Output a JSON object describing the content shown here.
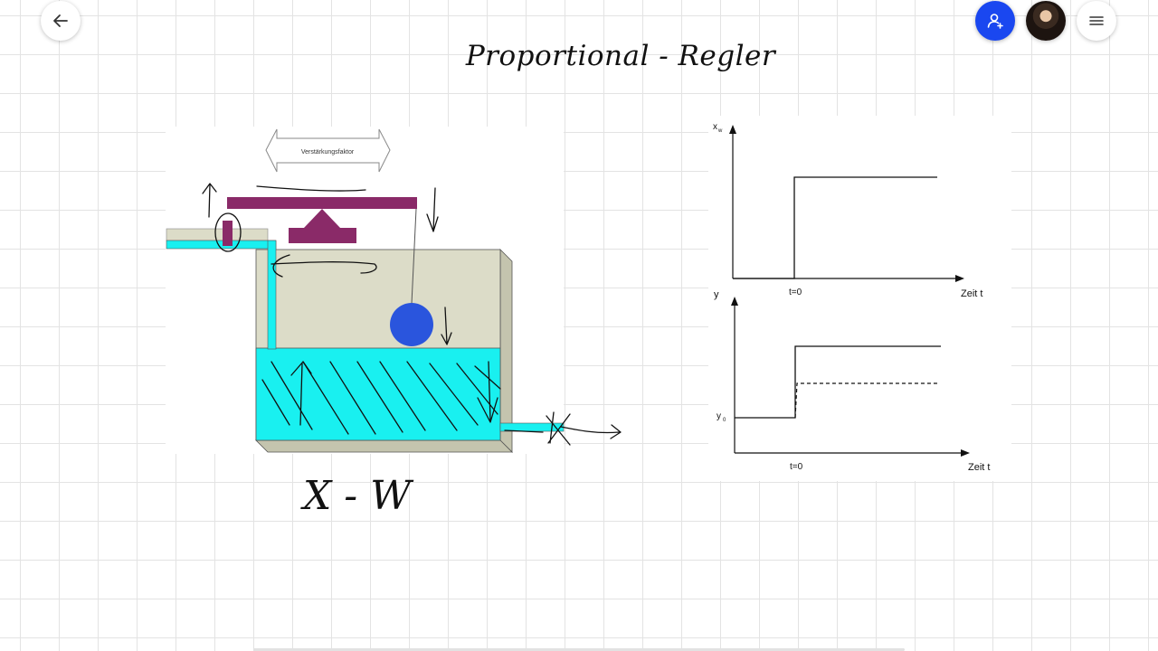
{
  "topbar": {
    "back_icon": "arrow-left-icon",
    "share_icon": "add-person-icon",
    "menu_icon": "hamburger-menu-icon",
    "accent_color": "#1a47f0"
  },
  "board": {
    "title": "Proportional - Regler",
    "handwriting_formula": "X - W"
  },
  "tank_diagram": {
    "arrow_label": "Verstärkungsfaktor",
    "colors": {
      "water": "#19f0f0",
      "tank": "#dcdcc8",
      "lever": "#8a2a68",
      "float": "#2a55dd"
    }
  },
  "chart_top": {
    "y_axis_label": "x",
    "y_axis_subscript": "w",
    "x_axis_label": "Zeit t",
    "step_label": "t=0"
  },
  "chart_bottom": {
    "y_axis_label": "y",
    "y0_label": "y",
    "y0_subscript": "0",
    "x_axis_label": "Zeit t",
    "step_label": "t=0"
  }
}
